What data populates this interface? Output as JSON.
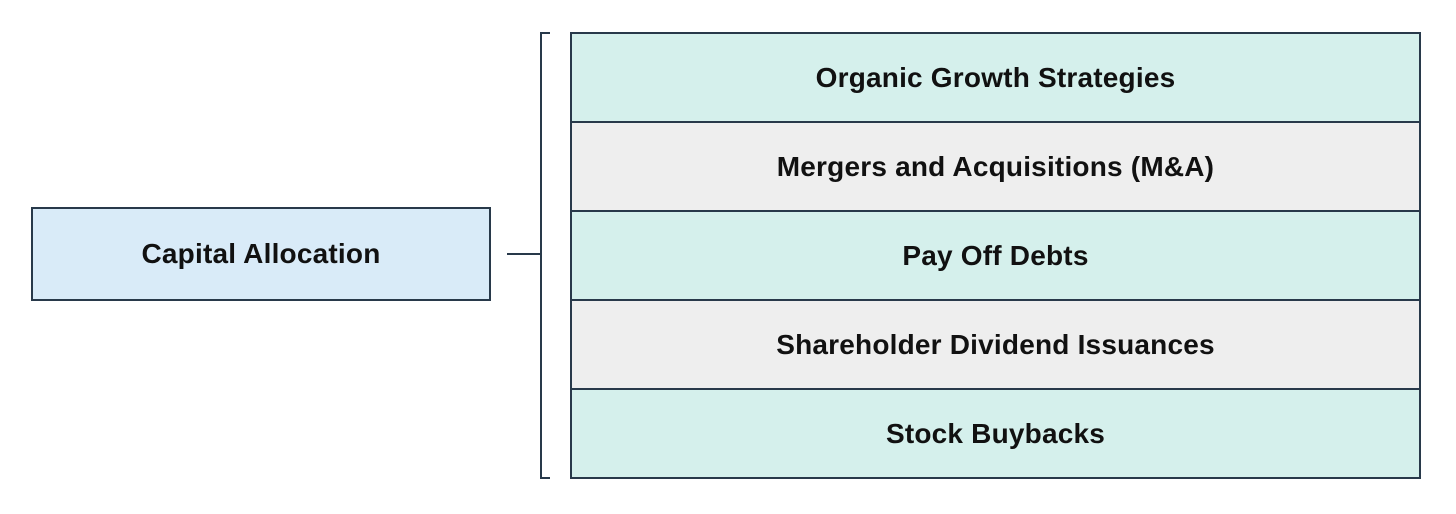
{
  "diagram": {
    "root": {
      "label": "Capital Allocation"
    },
    "branches": [
      {
        "label": "Organic Growth Strategies",
        "variant": "teal"
      },
      {
        "label": "Mergers and Acquisitions (M&A)",
        "variant": "gray"
      },
      {
        "label": "Pay Off Debts",
        "variant": "teal"
      },
      {
        "label": "Shareholder Dividend Issuances",
        "variant": "gray"
      },
      {
        "label": "Stock Buybacks",
        "variant": "teal"
      }
    ],
    "colors": {
      "background": "#ffffff",
      "root_fill": "#d9ebf8",
      "teal_fill": "#d5f0ec",
      "gray_fill": "#eeeeee",
      "border": "#28394a",
      "text": "#111111"
    }
  }
}
